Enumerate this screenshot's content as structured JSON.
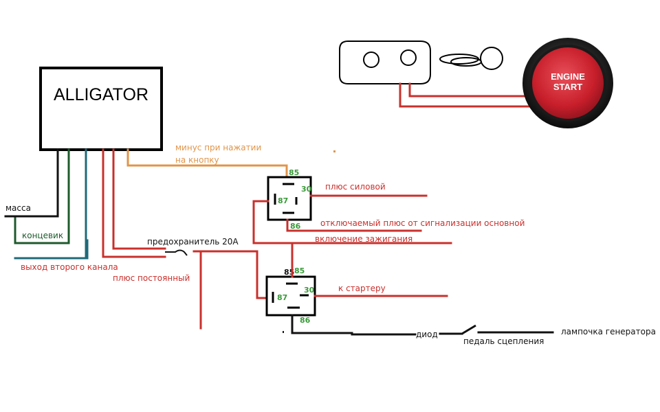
{
  "colors": {
    "ground": "#111111",
    "door": "#1d5a2c",
    "channel2": "#1e6a7a",
    "power": "#c9302c",
    "button_minus": "#e0954a",
    "pin_green": "#3a9a3a",
    "button_red": "#d42a35"
  },
  "alarm_unit": {
    "title": "ALLIGATOR"
  },
  "start_button": {
    "line1": "ENGINE",
    "line2": "START"
  },
  "wires": {
    "ground": "масса",
    "door_switch": "концевик",
    "second_channel_out": "выход второго канала",
    "constant_plus": "плюс постоянный",
    "fuse": "предохранитель 20А",
    "button_minus_line1": "минус при нажатии",
    "button_minus_line2": "на кнопку",
    "power_plus": "плюс силовой",
    "switchable_plus": "отключаемый плюс  от сигнализации основной",
    "ignition_on": "включение зажигания",
    "to_starter": "к стартеру",
    "diode": "диод",
    "clutch_pedal": "педаль сцепления",
    "generator_lamp": "лампочка генератора"
  },
  "relay1": {
    "pin85": "85",
    "pin30": "30",
    "pin87": "87",
    "pin86": "86"
  },
  "relay2": {
    "pin85_black": "85",
    "pin85": "85",
    "pin30": "30",
    "pin87": "87",
    "pin86": "86"
  }
}
